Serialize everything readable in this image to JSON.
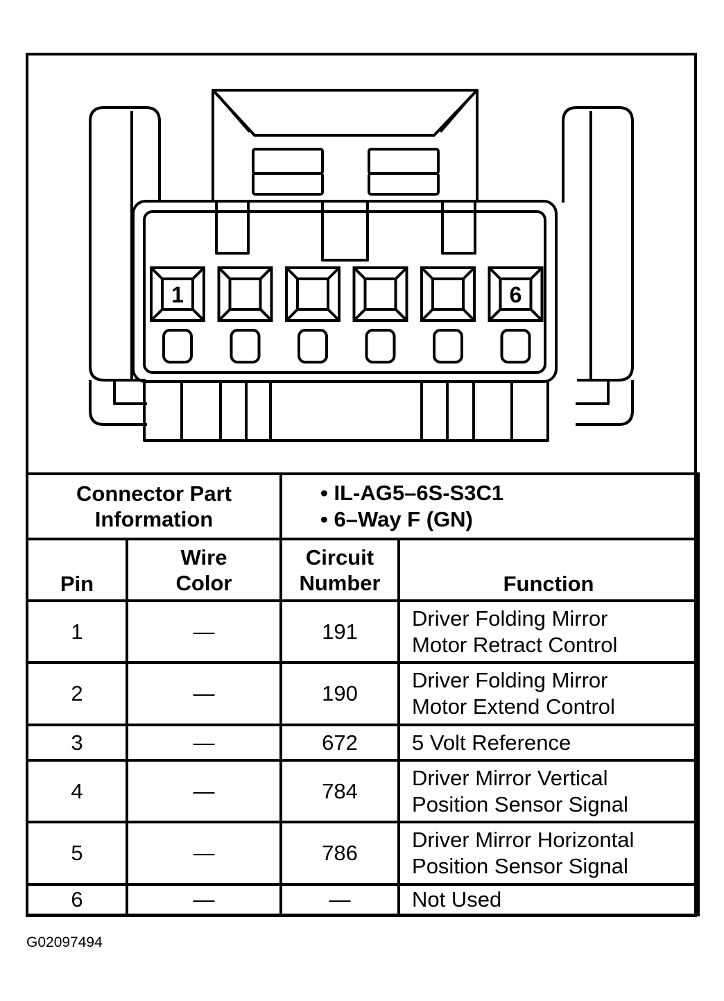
{
  "connector": {
    "pin_labels": [
      "1",
      "",
      "",
      "",
      "",
      "6"
    ]
  },
  "part_info": {
    "label_line1": "Connector Part",
    "label_line2": "Information",
    "items": [
      "IL-AG5–6S-S3C1",
      "6–Way F (GN)"
    ]
  },
  "table": {
    "headers": {
      "pin": "Pin",
      "wire_color_line1": "Wire",
      "wire_color_line2": "Color",
      "circuit_line1": "Circuit",
      "circuit_line2": "Number",
      "function": "Function"
    },
    "rows": [
      {
        "pin": "1",
        "wire_color": "—",
        "circuit": "191",
        "function_line1": "Driver Folding Mirror",
        "function_line2": "Motor Retract Control"
      },
      {
        "pin": "2",
        "wire_color": "—",
        "circuit": "190",
        "function_line1": "Driver Folding Mirror",
        "function_line2": "Motor Extend Control"
      },
      {
        "pin": "3",
        "wire_color": "—",
        "circuit": "672",
        "function_line1": "5 Volt Reference",
        "function_line2": ""
      },
      {
        "pin": "4",
        "wire_color": "—",
        "circuit": "784",
        "function_line1": "Driver Mirror Vertical",
        "function_line2": "Position Sensor Signal"
      },
      {
        "pin": "5",
        "wire_color": "—",
        "circuit": "786",
        "function_line1": "Driver Mirror Horizontal",
        "function_line2": "Position Sensor Signal"
      },
      {
        "pin": "6",
        "wire_color": "—",
        "circuit": "—",
        "function_line1": "Not Used",
        "function_line2": ""
      }
    ]
  },
  "figure_code": "G02097494"
}
